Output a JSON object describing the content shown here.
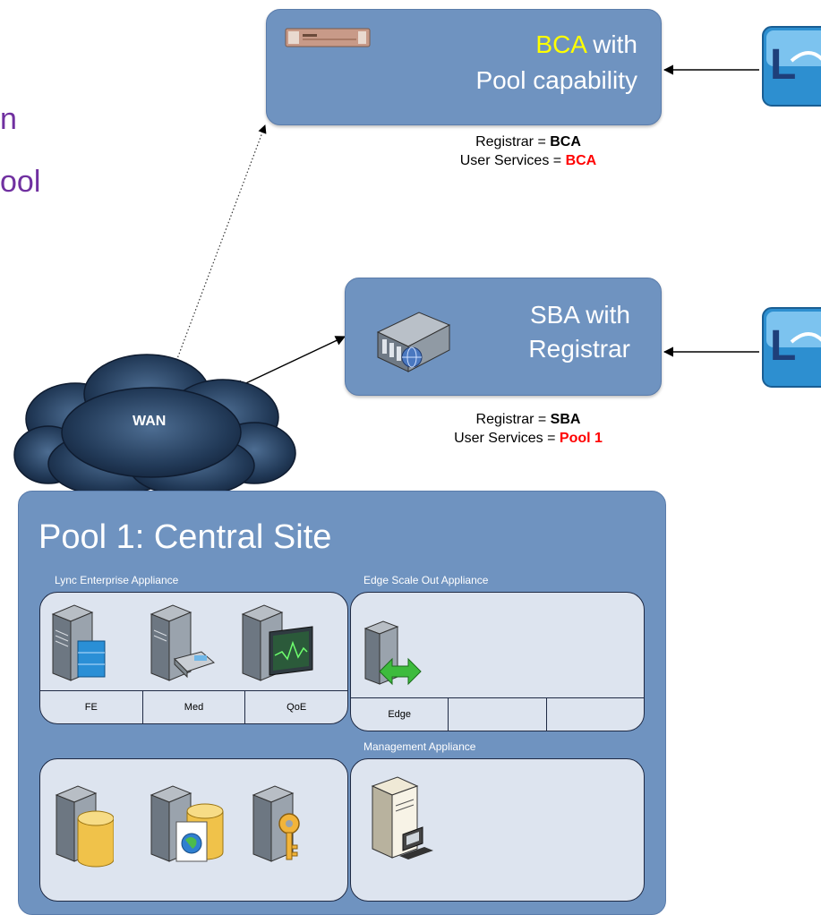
{
  "left_text": {
    "line1": "n",
    "line2": "ool"
  },
  "bca": {
    "name": "BCA",
    "with": " with",
    "line2": "Pool capability",
    "caption": {
      "reg_prefix": "Registrar = ",
      "reg_value": "BCA",
      "us_prefix": "User Services = ",
      "us_value": "BCA"
    }
  },
  "sba": {
    "line1": "SBA with",
    "line2": "Registrar",
    "caption": {
      "reg_prefix": "Registrar = ",
      "reg_value": "SBA",
      "us_prefix": "User Services = ",
      "us_value": "Pool 1"
    }
  },
  "wan": {
    "label": "WAN"
  },
  "pool": {
    "title": "Pool 1: Central Site",
    "lync_label": "Lync Enterprise Appliance",
    "lync_slots": [
      "FE",
      "Med",
      "QoE"
    ],
    "edge_label": "Edge Scale Out Appliance",
    "edge_slots": [
      "Edge",
      "",
      ""
    ],
    "mgmt_label": "Management Appliance"
  },
  "colors": {
    "box_blue": "#6f93c0",
    "panel_fill": "#dde4ef",
    "purple_text": "#7030a0",
    "highlight_yellow": "#ffff00",
    "highlight_red": "#ff0000"
  },
  "icons": [
    "lync-client-icon",
    "appliance-hardware-icon",
    "server-rack-icon",
    "wan-cloud-icon",
    "server-tower-icon",
    "database-server-icon",
    "web-server-icon",
    "key-server-icon",
    "edge-server-icon",
    "management-pc-icon",
    "telephone-icon",
    "monitor-graph-icon"
  ]
}
